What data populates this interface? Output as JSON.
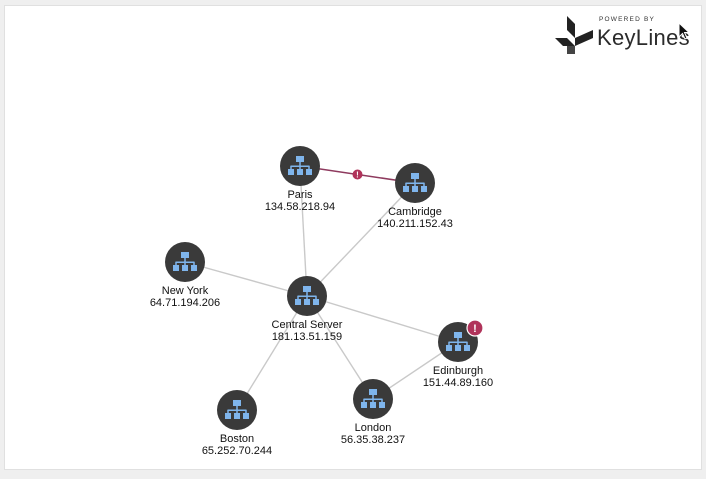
{
  "logo": {
    "powered_by": "POWERED BY",
    "brand": "KeyLines"
  },
  "colors": {
    "node_fill": "#3a3a3a",
    "icon_fill": "#7fb5ec",
    "edge": "#c9c9c9",
    "alert_edge": "#8e3a5e",
    "alert_badge": "#b0335a"
  },
  "icon": "network-hierarchy-icon",
  "nodes": [
    {
      "id": "paris",
      "name": "Paris",
      "ip": "134.58.218.94"
    },
    {
      "id": "cambridge",
      "name": "Cambridge",
      "ip": "140.211.152.43"
    },
    {
      "id": "new-york",
      "name": "New York",
      "ip": "64.71.194.206"
    },
    {
      "id": "central-server",
      "name": "Central Server",
      "ip": "181.13.51.159"
    },
    {
      "id": "edinburgh",
      "name": "Edinburgh",
      "ip": "151.44.89.160",
      "alert": true
    },
    {
      "id": "boston",
      "name": "Boston",
      "ip": "65.252.70.244"
    },
    {
      "id": "london",
      "name": "London",
      "ip": "56.35.38.237"
    }
  ],
  "edges": [
    {
      "from": "paris",
      "to": "cambridge",
      "alert": true
    },
    {
      "from": "paris",
      "to": "central-server"
    },
    {
      "from": "cambridge",
      "to": "central-server"
    },
    {
      "from": "new-york",
      "to": "central-server"
    },
    {
      "from": "central-server",
      "to": "edinburgh"
    },
    {
      "from": "central-server",
      "to": "boston"
    },
    {
      "from": "central-server",
      "to": "london"
    },
    {
      "from": "london",
      "to": "edinburgh"
    }
  ],
  "alert_mark": "!"
}
